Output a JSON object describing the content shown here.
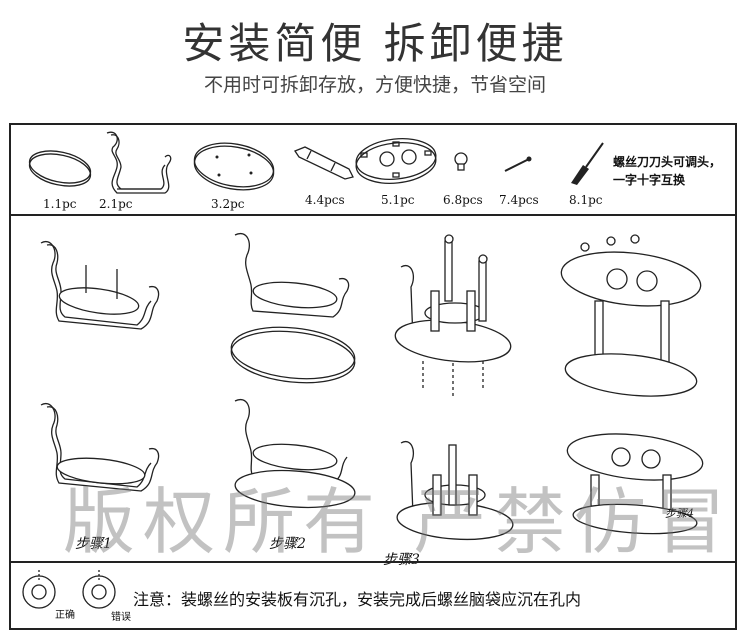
{
  "header": {
    "title": "安装简便 拆卸便捷",
    "subtitle": "不用时可拆卸存放，方便快捷，节省空间"
  },
  "parts": [
    {
      "label": "1.1pc",
      "icon": "oval-base-board"
    },
    {
      "label": "2.1pc",
      "icon": "curved-frame"
    },
    {
      "label": "3.2pc",
      "icon": "oval-shelf-board"
    },
    {
      "label": "4.4pcs",
      "icon": "support-pillar"
    },
    {
      "label": "5.1pc",
      "icon": "top-holder-board"
    },
    {
      "label": "6.8pcs",
      "icon": "round-knob"
    },
    {
      "label": "7.4pcs",
      "icon": "screw"
    },
    {
      "label": "8.1pc",
      "icon": "screwdriver"
    }
  ],
  "tool_note": {
    "line1": "螺丝刀刀头可调头，",
    "line2": "一字十字互换"
  },
  "steps": [
    {
      "label": "步骤1"
    },
    {
      "label": "步骤2"
    },
    {
      "label": "步骤3"
    },
    {
      "label": "步骤4"
    }
  ],
  "watermark": "版权所有 严禁仿冒",
  "note": {
    "correct_label": "正确",
    "wrong_label": "错误",
    "text": "注意：装螺丝的安装板有沉孔，安装完成后螺丝脑袋应沉在孔内"
  }
}
